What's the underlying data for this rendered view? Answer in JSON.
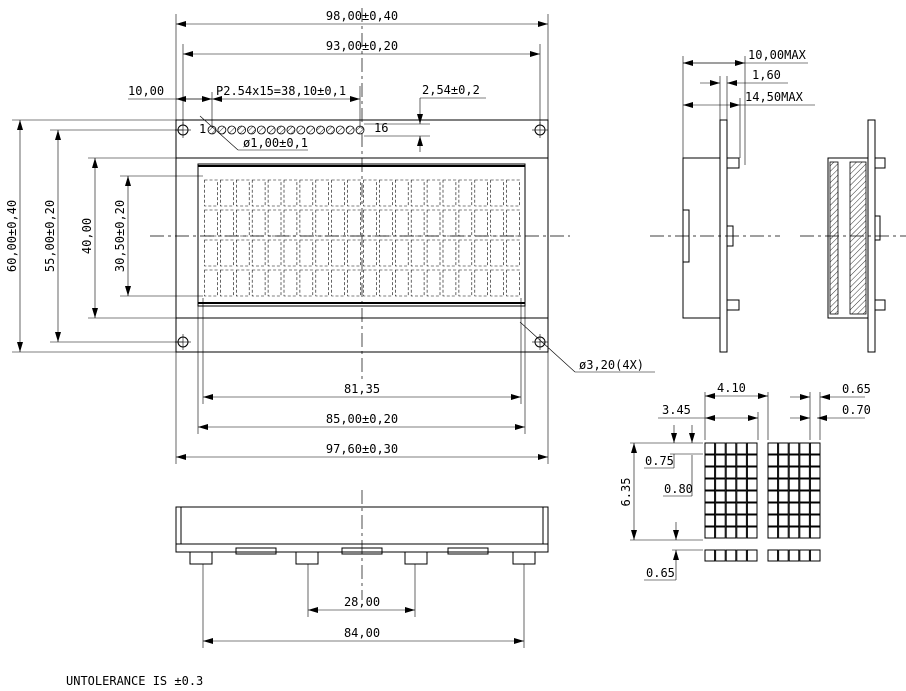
{
  "front_view": {
    "dim_width_outer": "98,00±0,40",
    "dim_hole_pitch_x": "93,00±0,20",
    "dim_pin1_offset": "10,00",
    "dim_pin_pitch": "P2.54x15=38,10±0,1",
    "dim_pin_row": "2,54±0,2",
    "dim_pin_hole": "ø1,00±0,1",
    "pin_first": "1",
    "pin_last": "16",
    "dim_height_outer": "60,00±0,40",
    "dim_hole_pitch_y": "55,00±0,20",
    "dim_bezel_height": "40,00",
    "dim_view_height": "30,50±0,20",
    "dim_mount_hole": "ø3,20(4X)",
    "dim_char_area_width": "81,35",
    "dim_view_width": "85,00±0,20",
    "dim_bezel_width": "97,60±0,30",
    "char_columns": 20,
    "char_rows": 4,
    "pin_count": 16
  },
  "bottom_view": {
    "dim_inner_pins": "28,00",
    "dim_outer_pins": "84,00"
  },
  "side_view": {
    "dim_thickness_max": "10,00MAX",
    "dim_pcb": "1,60",
    "dim_total_max": "14,50MAX"
  },
  "char_detail": {
    "dim_char_pitch": "4.10",
    "dim_char_width": "3.45",
    "dim_dot_pitch_x": "0.65",
    "dim_dot_size_x": "0.70",
    "dim_dot_pitch_y": "0.75",
    "dim_dot_size_y": "0.80",
    "dim_char_height": "6.35",
    "dim_cursor_gap": "0.65",
    "dot_columns": 5,
    "dot_rows": 8
  },
  "note": "UNTOLERANCE IS ±0.3"
}
